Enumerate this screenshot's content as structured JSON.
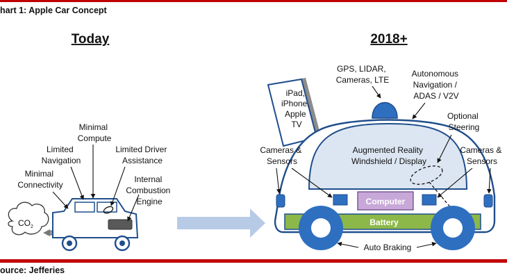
{
  "header": {
    "title": "hart 1: Apple Car Concept"
  },
  "footer": {
    "source": "ource: Jefferies"
  },
  "today": {
    "heading": "Today",
    "labels": {
      "minimal_compute": [
        "Minimal",
        "Compute"
      ],
      "limited_navigation": [
        "Limited",
        "Navigation"
      ],
      "limited_driver_assistance": [
        "Limited Driver",
        "Assistance"
      ],
      "minimal_connectivity": [
        "Minimal",
        "Connectivity"
      ],
      "internal_combustion_engine": [
        "Internal",
        "Combustion",
        "Engine"
      ],
      "co2": "CO",
      "co2_sub": "2"
    }
  },
  "future": {
    "heading": "2018+",
    "labels": {
      "gps": [
        "GPS, LIDAR,",
        "Cameras, LTE"
      ],
      "autonomous": [
        "Autonomous",
        "Navigation /",
        "ADAS / V2V"
      ],
      "optional_steering": [
        "Optional",
        "Steering"
      ],
      "ipad": [
        "iPad,",
        "iPhone,",
        "Apple",
        "TV"
      ],
      "cameras_left": [
        "Cameras &",
        "Sensors"
      ],
      "cameras_right": [
        "Cameras &",
        "Sensors"
      ],
      "ar_windshield": [
        "Augmented Reality",
        "Windshield / Display"
      ],
      "computer": "Computer",
      "battery": "Battery",
      "auto_braking": "Auto Braking"
    }
  },
  "colors": {
    "accent_red": "#c00000",
    "car_blue": "#1f4e8c",
    "dome_fill": "#dce6f2",
    "computer_fill": "#c8a8d8",
    "battery_fill": "#8cb84a",
    "arrow_fill": "#b7cbe6",
    "wheel_fill": "#2e6fc0"
  }
}
